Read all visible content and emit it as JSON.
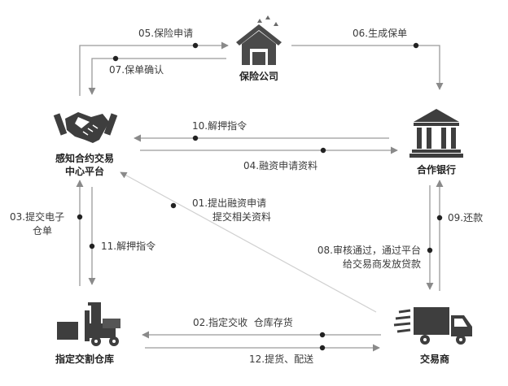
{
  "nodes": {
    "insurance": "保险公司",
    "platform_line1": "感知合约交易",
    "platform_line2": "中心平台",
    "bank": "合作银行",
    "warehouse": "指定交割仓库",
    "trader": "交易商"
  },
  "steps": {
    "s01_line1": "01.提出融资申请",
    "s01_line2": "提交相关资料",
    "s02": "02.指定交收  仓库存货",
    "s03_line1": "03.提交电子",
    "s03_line2": "仓单",
    "s04": "04.融资申请资料",
    "s05": "05.保险申请",
    "s06": "06.生成保单",
    "s07": "07.保单确认",
    "s08_line1": "08.审核通过，通过平台",
    "s08_line2": "给交易商发放贷款",
    "s09": "09.还款",
    "s10": "10.解押指令",
    "s11": "11.解押指令",
    "s12": "12.提货、配送"
  },
  "icons": {
    "insurance": "house-icon",
    "platform": "handshake-icon",
    "bank": "bank-icon",
    "warehouse": "forklift-icon",
    "trader": "truck-icon"
  },
  "colors": {
    "line": "#9a9a9a",
    "icon": "#4a4a4a",
    "text": "#3a3a3a"
  }
}
